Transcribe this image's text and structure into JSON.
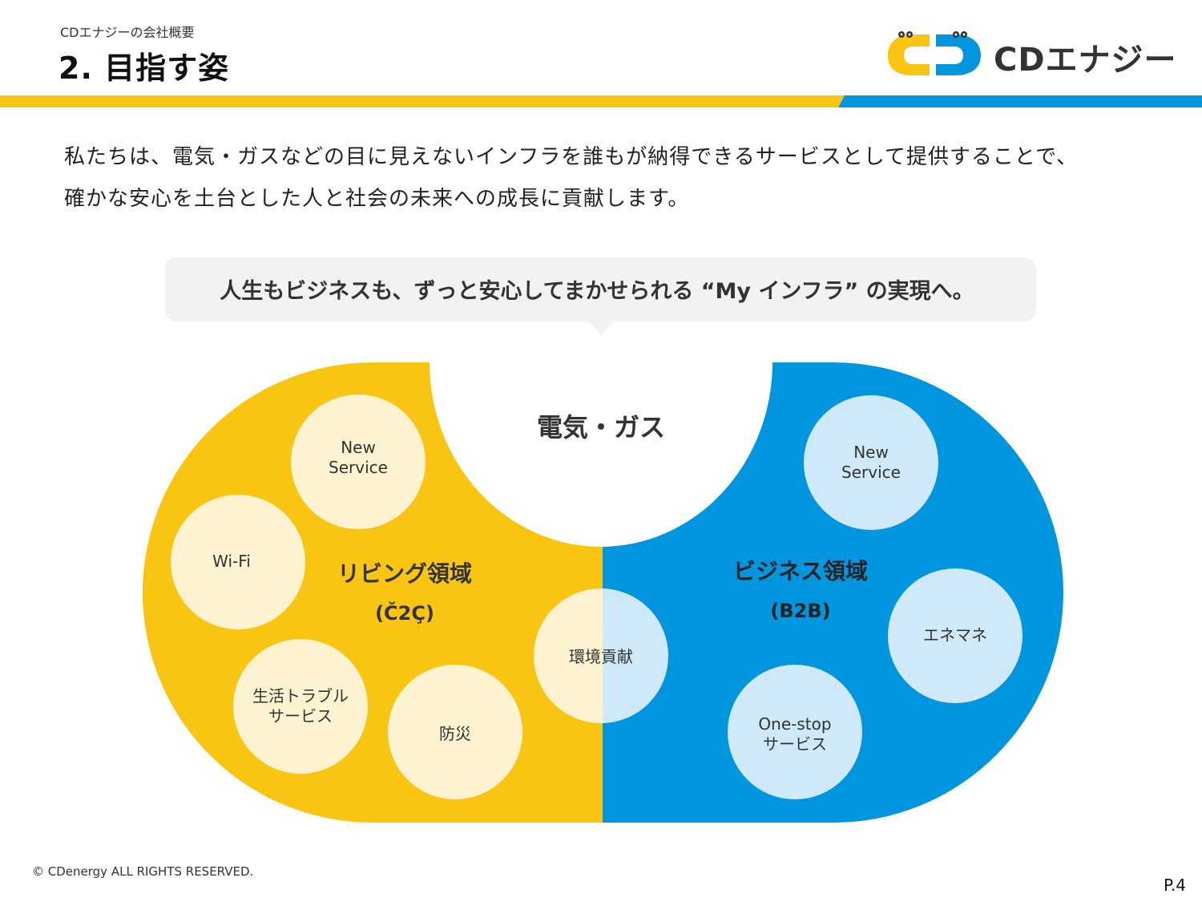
{
  "header": {
    "breadcrumb": "CDエナジーの会社概要",
    "title": "2.  目指す姿",
    "logo_text": "CDエナジー"
  },
  "colors": {
    "yellow": "#F9C512",
    "blue": "#0096DF",
    "light_yellow": "#FDF3D0",
    "light_blue": "#CFE9F9",
    "callout_gray": "#F2F2F2"
  },
  "intro": {
    "line1": "私たちは、電気・ガスなどの目に見えないインフラを誰もが納得できるサービスとして提供することで、",
    "line2": "確かな安心を土台とした人と社会の未来への成長に貢献します。"
  },
  "callout": {
    "text": "人生もビジネスも、ずっと安心してまかせられる “My インフラ” の実現へ。"
  },
  "diagram": {
    "center_label": "電気・ガス",
    "living": {
      "title": "リビング領域",
      "subtitle": "(Č2Ç)",
      "items": {
        "new_service_l1": "New",
        "new_service_l2": "Service",
        "wifi": "Wi-Fi",
        "trouble_l1": "生活トラブル",
        "trouble_l2": "サービス",
        "bousai": "防災"
      }
    },
    "shared": {
      "kankyo": "環境貢献"
    },
    "business": {
      "title": "ビジネス領域",
      "subtitle": "(B2B)",
      "items": {
        "new_service_l1": "New",
        "new_service_l2": "Service",
        "enemane": "エネマネ",
        "onestop_l1": "One-stop",
        "onestop_l2": "サービス"
      }
    }
  },
  "footer": {
    "copyright": "© CDenergy ALL RIGHTS RESERVED.",
    "page": "P.4"
  }
}
